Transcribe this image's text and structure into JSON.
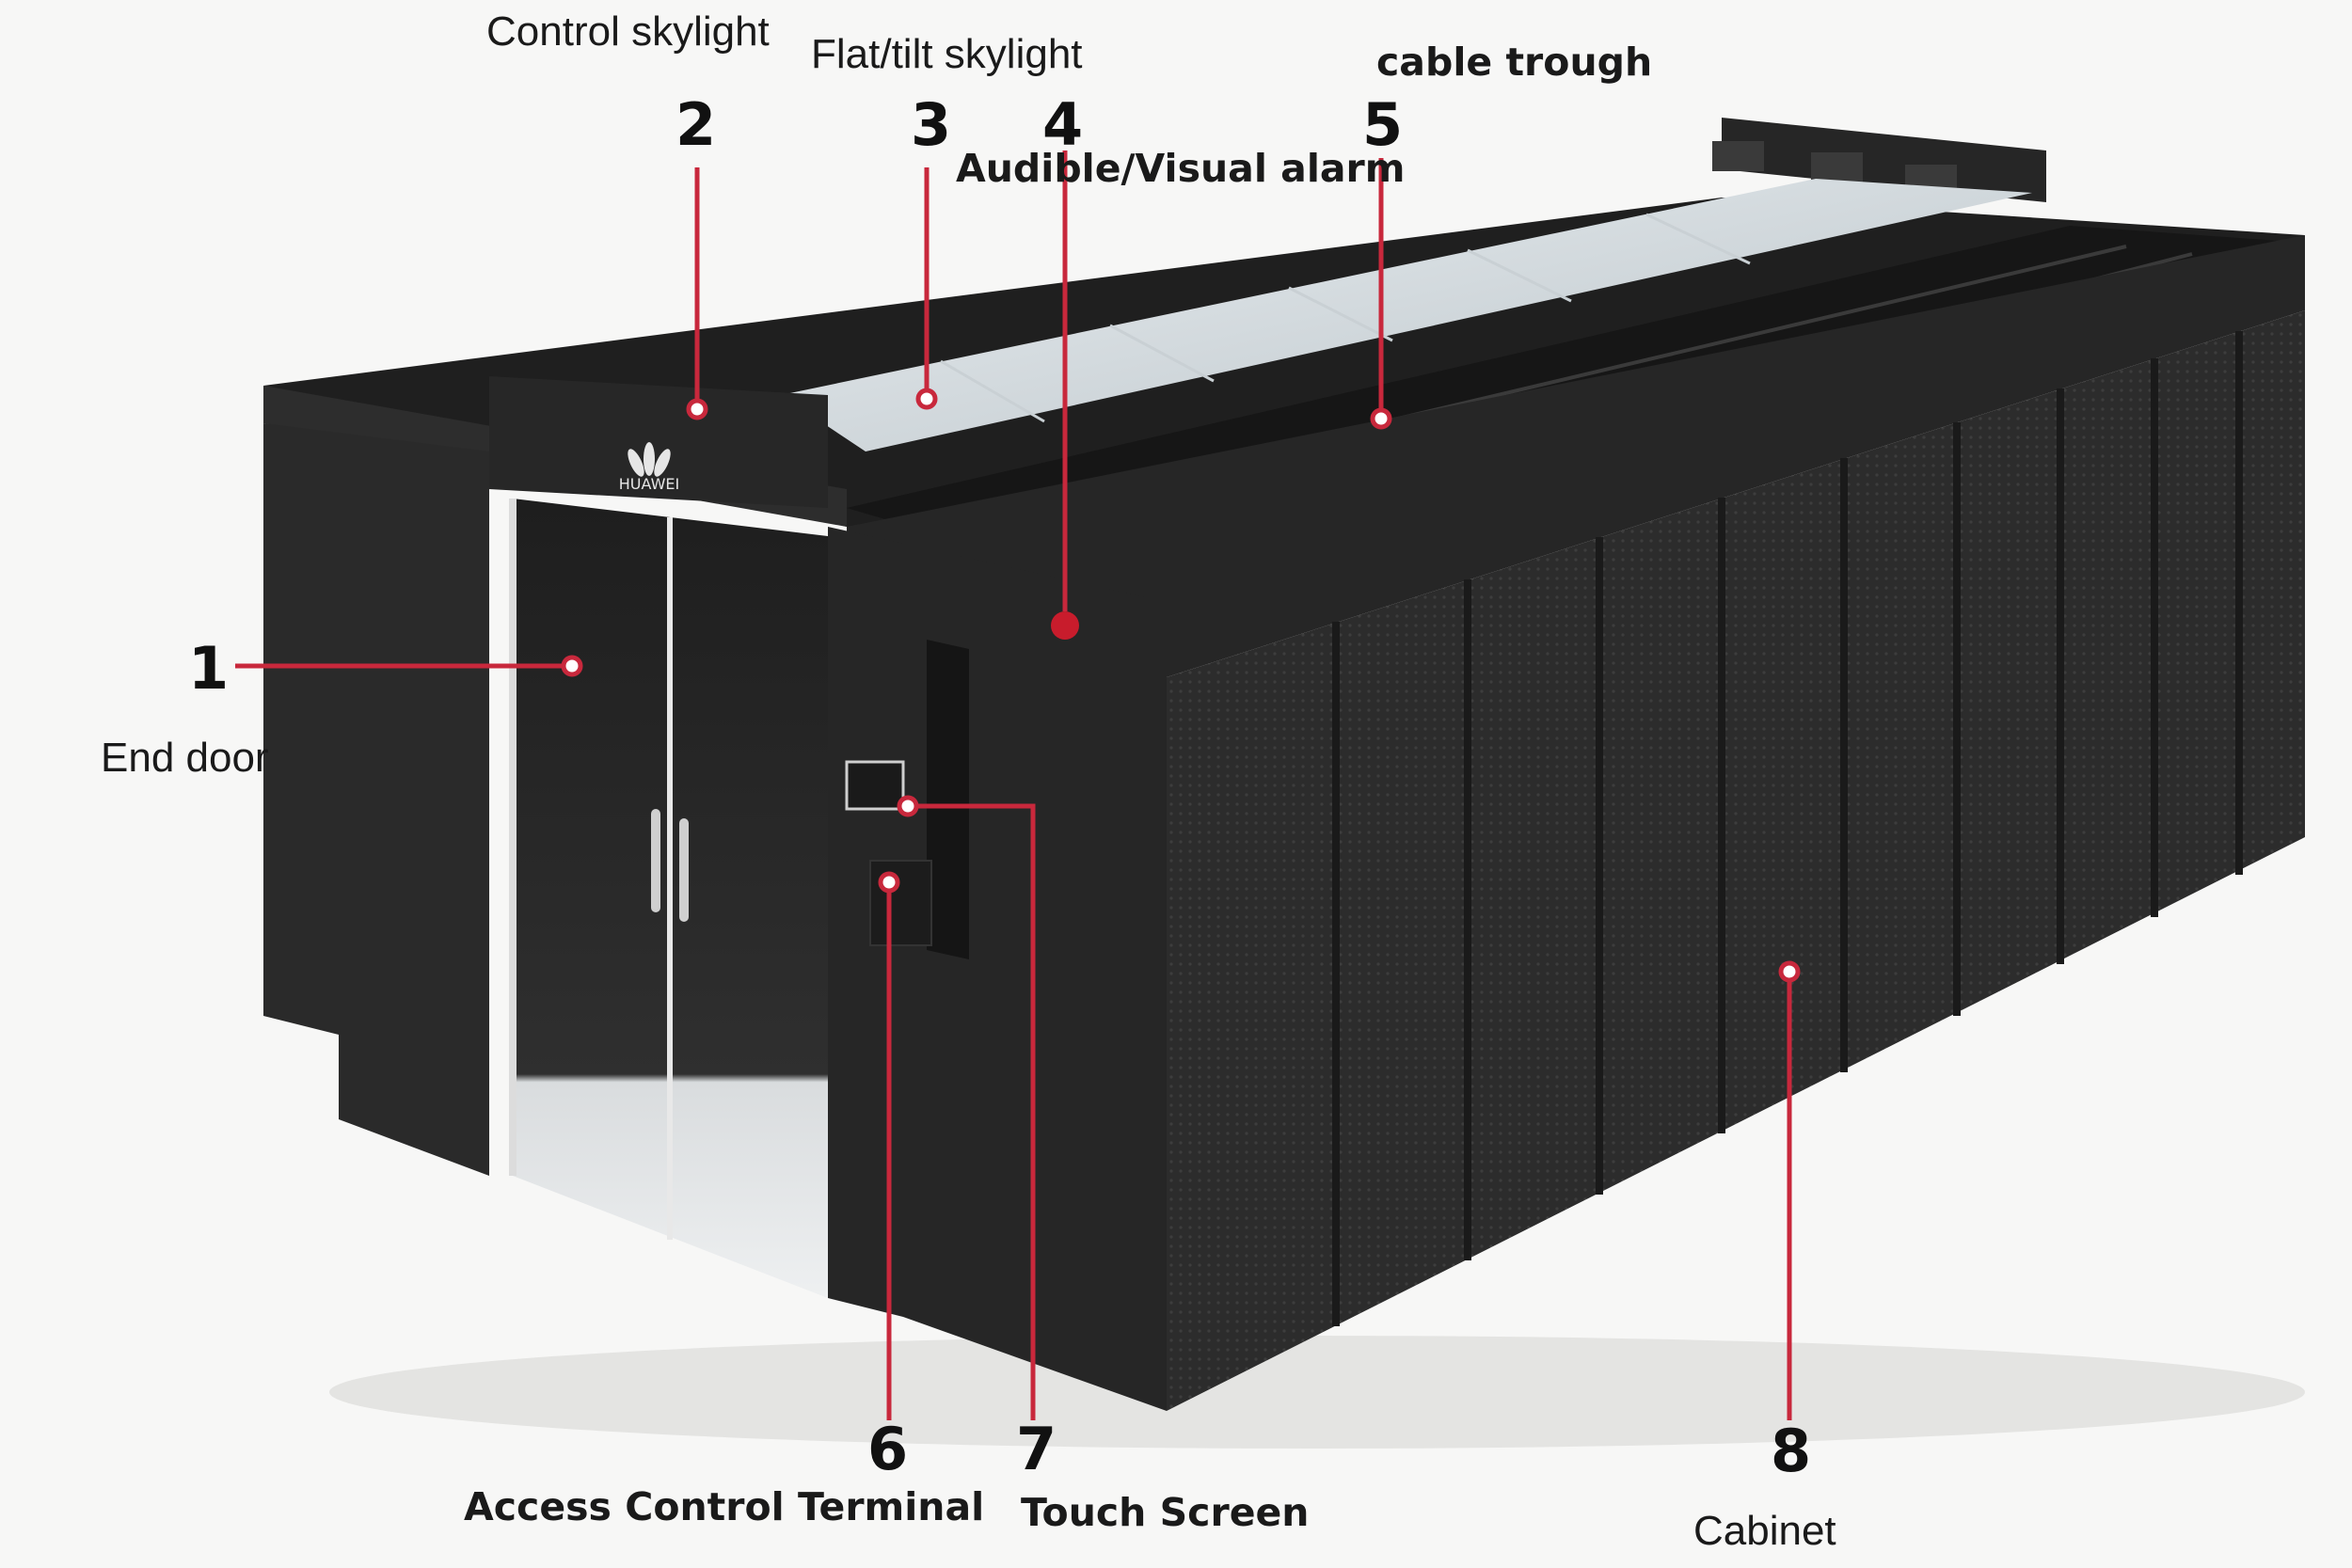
{
  "callouts": [
    {
      "number": "1",
      "label": "End door"
    },
    {
      "number": "2",
      "label": "Control skylight"
    },
    {
      "number": "3",
      "label": "Flat/tilt skylight"
    },
    {
      "number": "4",
      "label": "Audible/Visual alarm"
    },
    {
      "number": "5",
      "label": "cable trough"
    },
    {
      "number": "6",
      "label": "Access Control Terminal"
    },
    {
      "number": "7",
      "label": "Touch Screen"
    },
    {
      "number": "8",
      "label": "Cabinet"
    }
  ],
  "colors": {
    "leader_line": "#c8283c",
    "enclosure": "#2a2a2a",
    "background": "#f7f7f6"
  },
  "logo": "HUAWEI"
}
